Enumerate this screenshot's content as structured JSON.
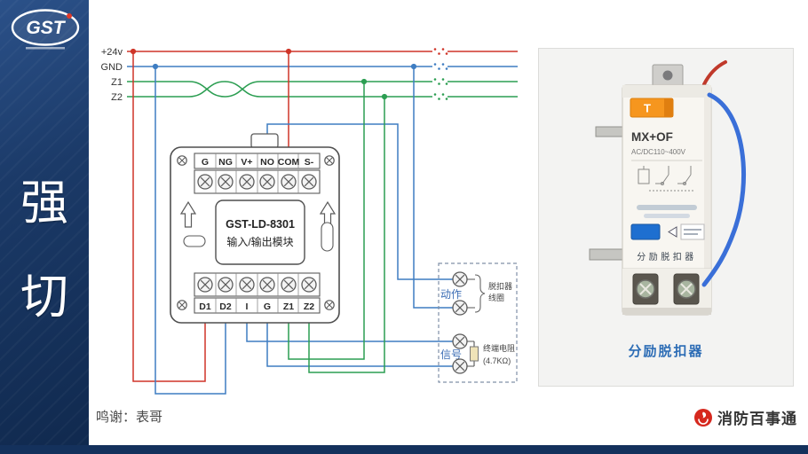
{
  "sidebar": {
    "logo": "GST",
    "title_chars": [
      "强",
      "切"
    ]
  },
  "bus": {
    "labels": [
      "+24v",
      "GND",
      "Z1",
      "Z2"
    ]
  },
  "module": {
    "top_terminals": [
      "G",
      "NG",
      "V+",
      "NO",
      "COM",
      "S-"
    ],
    "bottom_terminals": [
      "D1",
      "D2",
      "I",
      "G",
      "Z1",
      "Z2"
    ],
    "model": "GST-LD-8301",
    "subtitle": "输入/输出模块"
  },
  "terminal_box": {
    "action_label": "动作",
    "signal_label": "信号",
    "coil_label": [
      "脱扣器",
      "线圈"
    ],
    "resistor_label": [
      "终端电阻",
      "(4.7KΩ)"
    ]
  },
  "device_panel": {
    "button": "T",
    "model": "MX+OF",
    "rating": "AC/DC110~400V",
    "body_label": "分励脱扣器",
    "caption": "分励脱扣器"
  },
  "footer": {
    "credit": "鸣谢：表哥",
    "brand": "消防百事通"
  },
  "colors": {
    "wire_red": "#cf3428",
    "wire_blue": "#3e7dc2",
    "wire_green": "#2c9e52",
    "accent_blue": "#2c6cb5",
    "brand_red": "#d6281e",
    "navy": "#14315c"
  }
}
